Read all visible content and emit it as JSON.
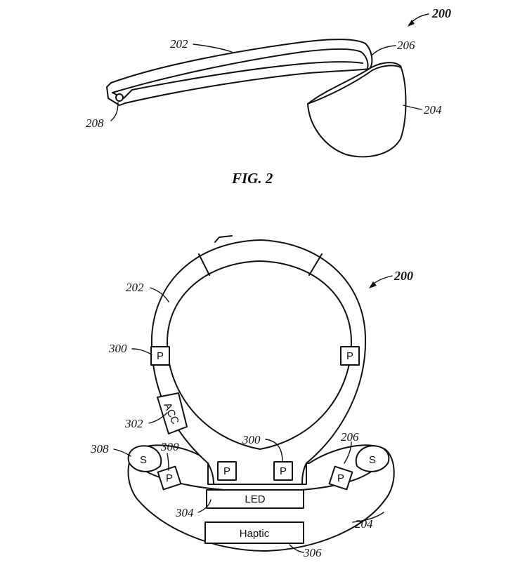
{
  "fig2": {
    "caption": "FIG. 2",
    "ref_200": "200",
    "ref_202": "202",
    "ref_204": "204",
    "ref_206": "206",
    "ref_208": "208"
  },
  "fig3": {
    "ref_200": "200",
    "ref_202": "202",
    "ref_204": "204",
    "ref_206": "206",
    "ref_300_left": "300",
    "ref_300_lower_left": "300",
    "ref_300_center": "300",
    "ref_302": "302",
    "ref_304": "304",
    "ref_306": "306",
    "ref_308": "308",
    "sensor_p": "P",
    "accelerometer": "ACC",
    "speaker_s": "S",
    "led": "LED",
    "haptic": "Haptic"
  }
}
